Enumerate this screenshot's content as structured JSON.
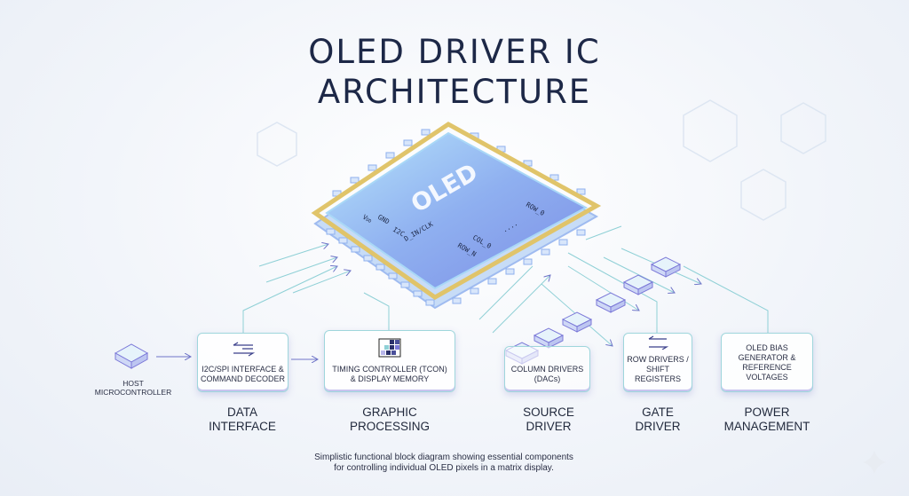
{
  "title": {
    "line1": "OLED DRIVER IC",
    "line2": "ARCHITECTURE"
  },
  "chip": {
    "label": "OLED",
    "pins": {
      "vdd": "V",
      "vdd_sub": "DD",
      "gnd": "GND",
      "i2c": "I2C",
      "din": "D_IN/CLK",
      "col0": "COL_0",
      "rown": "ROW_N",
      "row0": "ROW_0",
      "dots": "...."
    }
  },
  "host": {
    "label_line1": "HOST",
    "label_line2": "MICROCONTROLLER"
  },
  "blocks": [
    {
      "line1": "I2C/SPI INTERFACE &",
      "line2": "COMMAND DECODER",
      "section1": "DATA",
      "section2": "INTERFACE"
    },
    {
      "line1": "TIMING CONTROLLER (TCON)",
      "line2": "& DISPLAY MEMORY",
      "section1": "GRAPHIC",
      "section2": "PROCESSING"
    },
    {
      "line1": "COLUMN DRIVERS",
      "line2": "(DACs)",
      "section1": "SOURCE",
      "section2": "DRIVER"
    },
    {
      "line1": "ROW DRIVERS /",
      "line2": "SHIFT REGISTERS",
      "section1": "GATE",
      "section2": "DRIVER"
    },
    {
      "line1": "OLED BIAS",
      "line2": "GENERATOR &",
      "line3": "REFERENCE VOLTAGES",
      "section1": "POWER",
      "section2": "MANAGEMENT"
    }
  ],
  "caption": {
    "line1": "Simplistic functional block diagram showing essential components",
    "line2": "for controlling individual OLED pixels in a matrix display."
  },
  "colors": {
    "navy": "#1d2847",
    "teal": "#7fd0d6",
    "purple": "#7b78d8",
    "gold": "#e0c46a",
    "chip": "#8fb4f0"
  }
}
